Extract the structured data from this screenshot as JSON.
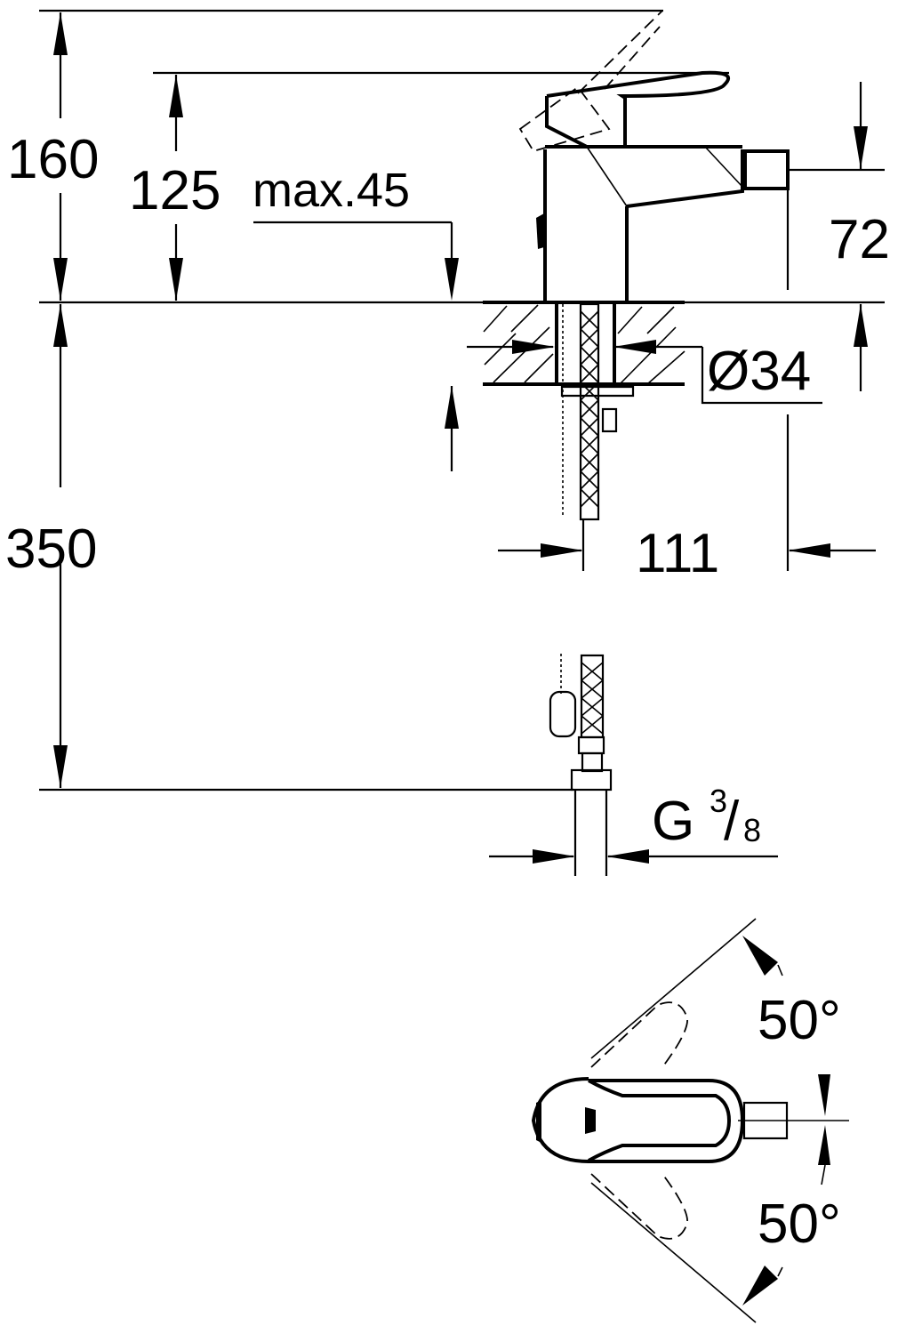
{
  "drawing": {
    "subject": "Bidet mixer tap dimension drawing",
    "colors": {
      "line": "#000000",
      "background": "#ffffff"
    },
    "dimensions": {
      "total_height": "160",
      "spout_height": "125",
      "max_worktop": "max.45",
      "outlet_height": "72",
      "hole_diameter": "Ø34",
      "projection": "111",
      "hose_length": "350",
      "thread_prefix": "G",
      "thread_num": "3",
      "thread_den": "8",
      "angle_top": "50°",
      "angle_bottom": "50°"
    }
  }
}
